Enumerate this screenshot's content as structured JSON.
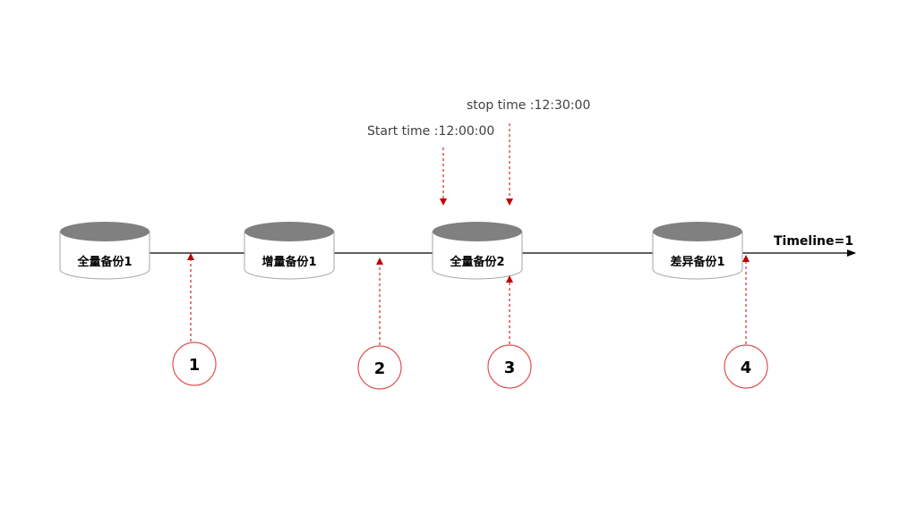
{
  "timeline": {
    "label": "Timeline=1"
  },
  "databases": [
    {
      "label": "全量备份1"
    },
    {
      "label": "增量备份1"
    },
    {
      "label": "全量备份2"
    },
    {
      "label": "差异备份1"
    }
  ],
  "times": {
    "start": "Start time :12:00:00",
    "stop": "stop time :12:30:00"
  },
  "markers": [
    {
      "number": "1"
    },
    {
      "number": "2"
    },
    {
      "number": "3"
    },
    {
      "number": "4"
    }
  ],
  "colors": {
    "accent": "#c00000",
    "circle_stroke": "#e05050",
    "db_top": "#808080",
    "db_stroke": "#a6a6a6",
    "line": "#000000"
  }
}
